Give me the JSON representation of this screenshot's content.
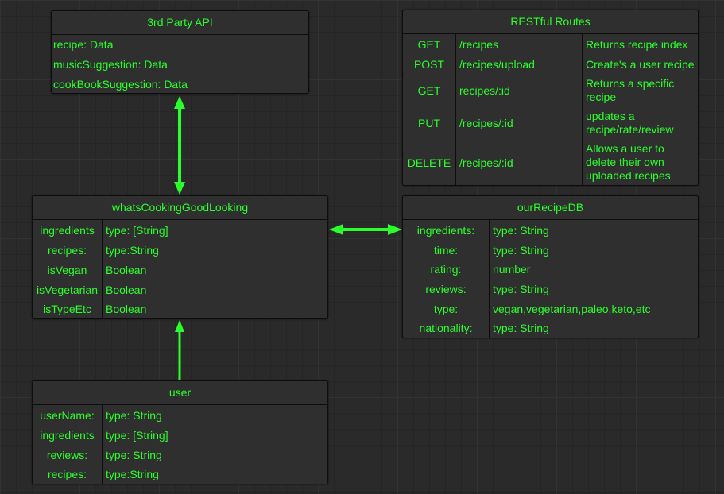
{
  "accent_color": "#2bff2b",
  "third_party_api": {
    "title": "3rd Party API",
    "rows": [
      "recipe: Data",
      "musicSuggestion: Data",
      "cookBookSuggestion: Data"
    ]
  },
  "restful_routes": {
    "title": "RESTful Routes",
    "rows": [
      {
        "method": "GET",
        "path": "/recipes",
        "description": "Returns recipe index"
      },
      {
        "method": "POST",
        "path": "/recipes/upload",
        "description": "Create's a user recipe"
      },
      {
        "method": "GET",
        "path": "recipes/:id",
        "description": "Returns a specific recipe"
      },
      {
        "method": "PUT",
        "path": "/recipes/:id",
        "description": "updates a recipe/rate/review"
      },
      {
        "method": "DELETE",
        "path": "/recipes/:id",
        "description": "Allows  a user to delete their own uploaded recipes"
      }
    ]
  },
  "whats_cooking": {
    "title": "whatsCookingGoodLooking",
    "rows": [
      {
        "key": "ingredients",
        "value": "type:  [String]"
      },
      {
        "key": "recipes:",
        "value": "type:String"
      },
      {
        "key": "isVegan",
        "value": "Boolean"
      },
      {
        "key": "isVegetarian",
        "value": "Boolean"
      },
      {
        "key": "isTypeEtc",
        "value": "Boolean"
      }
    ]
  },
  "our_recipe_db": {
    "title": "ourRecipeDB",
    "rows": [
      {
        "key": "ingredients:",
        "value": "type: String"
      },
      {
        "key": "time:",
        "value": "type: String"
      },
      {
        "key": "rating:",
        "value": "number"
      },
      {
        "key": "reviews:",
        "value": "type: String"
      },
      {
        "key": "type:",
        "value": "vegan,vegetarian,paleo,keto,etc"
      },
      {
        "key": "nationality:",
        "value": "type: String"
      }
    ]
  },
  "user": {
    "title": "user",
    "rows": [
      {
        "key": "userName:",
        "value": "type: String"
      },
      {
        "key": "ingredients",
        "value": "type:  [String]"
      },
      {
        "key": "reviews:",
        "value": "type:  String"
      },
      {
        "key": "recipes:",
        "value": "type:String"
      }
    ]
  }
}
